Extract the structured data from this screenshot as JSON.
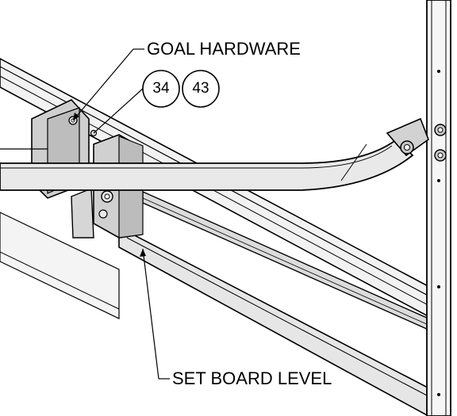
{
  "callouts": {
    "goal_hardware": "GOAL HARDWARE",
    "set_board_level": "SET BOARD LEVEL"
  },
  "balloons": [
    "34",
    "43"
  ],
  "colors": {
    "line": "#000000",
    "background": "#ffffff",
    "shade_light": "#ececec",
    "shade_mid": "#d4d4d4",
    "shade_dark": "#b8b8b8"
  }
}
